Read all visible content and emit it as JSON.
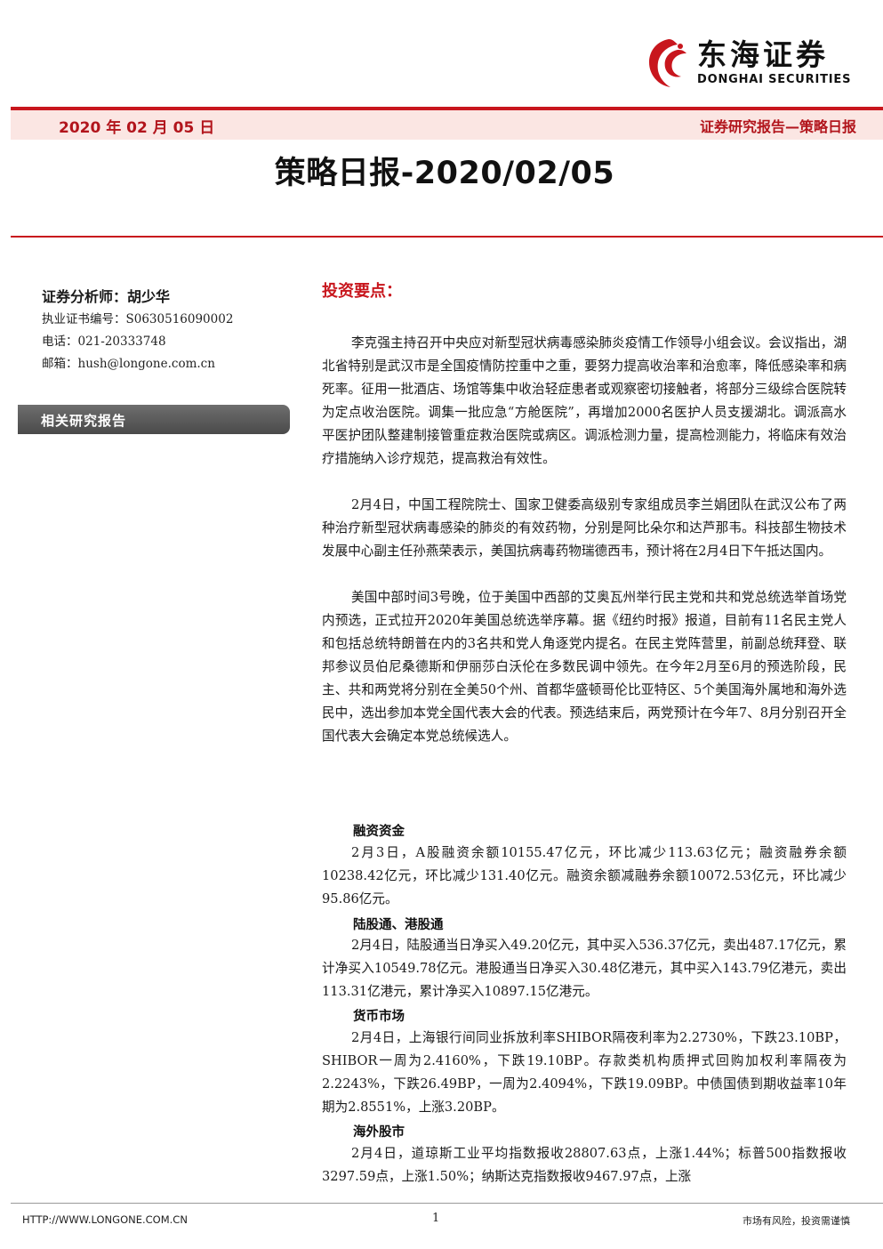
{
  "logo": {
    "cn": "东海证券",
    "en": "DONGHAI SECURITIES"
  },
  "header": {
    "date": "2020 年 02 月 05 日",
    "report_type": "证券研究报告—策略日报"
  },
  "title": "策略日报-2020/02/05",
  "analyst": {
    "name_line": "证券分析师：胡少华",
    "cert": "执业证书编号：S0630516090002",
    "phone": "电话：021-20333748",
    "email": "邮箱：hush@longone.com.cn"
  },
  "related_reports_label": "相关研究报告",
  "key_points_heading": "投资要点：",
  "paragraphs": [
    "李克强主持召开中央应对新型冠状病毒感染肺炎疫情工作领导小组会议。会议指出，湖北省特别是武汉市是全国疫情防控重中之重，要努力提高收治率和治愈率，降低感染率和病死率。征用一批酒店、场馆等集中收治轻症患者或观察密切接触者，将部分三级综合医院转为定点收治医院。调集一批应急“方舱医院”，再增加2000名医护人员支援湖北。调派高水平医护团队整建制接管重症救治医院或病区。调派检测力量，提高检测能力，将临床有效治疗措施纳入诊疗规范，提高救治有效性。",
    "2月4日，中国工程院院士、国家卫健委高级别专家组成员李兰娟团队在武汉公布了两种治疗新型冠状病毒感染的肺炎的有效药物，分别是阿比朵尔和达芦那韦。科技部生物技术发展中心副主任孙燕荣表示，美国抗病毒药物瑞德西韦，预计将在2月4日下午抵达国内。",
    "美国中部时间3号晚，位于美国中西部的艾奥瓦州举行民主党和共和党总统选举首场党内预选，正式拉开2020年美国总统选举序幕。据《纽约时报》报道，目前有11名民主党人和包括总统特朗普在内的3名共和党人角逐党内提名。在民主党阵营里，前副总统拜登、联邦参议员伯尼桑德斯和伊丽莎白沃伦在多数民调中领先。在今年2月至6月的预选阶段，民主、共和两党将分别在全美50个州、首都华盛顿哥伦比亚特区、5个美国海外属地和海外选民中，选出参加本党全国代表大会的代表。预选结束后，两党预计在今年7、8月分别召开全国代表大会确定本党总统候选人。"
  ],
  "sections": [
    {
      "title": "融资资金",
      "text": "2月3日，A股融资余额10155.47亿元，环比减少113.63亿元；融资融券余额10238.42亿元，环比减少131.40亿元。融资余额减融券余额10072.53亿元，环比减少95.86亿元。"
    },
    {
      "title": "陆股通、港股通",
      "text": "2月4日，陆股通当日净买入49.20亿元，其中买入536.37亿元，卖出487.17亿元，累计净买入10549.78亿元。港股通当日净买入30.48亿港元，其中买入143.79亿港元，卖出113.31亿港元，累计净买入10897.15亿港元。"
    },
    {
      "title": "货币市场",
      "text": "2月4日，上海银行间同业拆放利率SHIBOR隔夜利率为2.2730%，下跌23.10BP，SHIBOR一周为2.4160%，下跌19.10BP。存款类机构质押式回购加权利率隔夜为2.2243%，下跌26.49BP，一周为2.4094%，下跌19.09BP。中债国债到期收益率10年期为2.8551%，上涨3.20BP。"
    },
    {
      "title": "海外股市",
      "text": "2月4日，道琼斯工业平均指数报收28807.63点，上涨1.44%；标普500指数报收3297.59点，上涨1.50%；纳斯达克指数报收9467.97点，上涨"
    }
  ],
  "footer": {
    "url": "HTTP://WWW.LONGONE.COM.CN",
    "page": "1",
    "warning": "市场有风险，投资需谨慎"
  },
  "colors": {
    "accent_red": "#c8161d",
    "band_bg": "#fbe6e3"
  }
}
